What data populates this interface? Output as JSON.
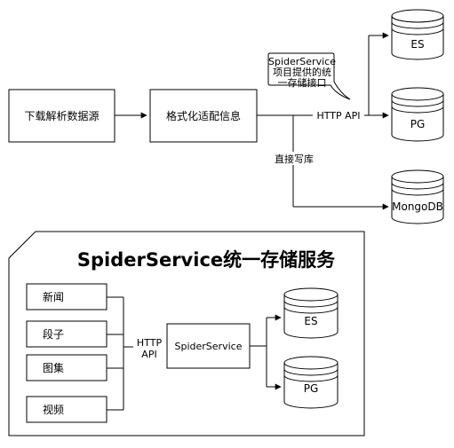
{
  "top": {
    "source_box": "下载解析数据源",
    "format_box": "格式化适配信息",
    "callout_lines": [
      "SpiderService",
      "项目提供的统",
      "一存储接口"
    ],
    "http_label": "HTTP API",
    "direct_label": "直接写库",
    "db_es": "ES",
    "db_pg": "PG",
    "db_mongo": "MongoDB"
  },
  "bottom": {
    "title": "SpiderService统一存储服务",
    "inputs": [
      "新闻",
      "段子",
      "图集",
      "视频"
    ],
    "http_label_line1": "HTTP",
    "http_label_line2": "API",
    "service_box": "SpiderService",
    "db_es": "ES",
    "db_pg": "PG"
  }
}
